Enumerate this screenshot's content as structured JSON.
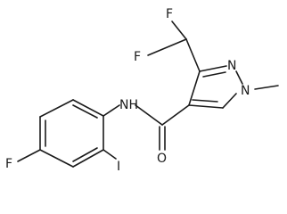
{
  "molecule": {
    "atoms": {
      "f1": "F",
      "f2": "F",
      "n_ring": "N",
      "n_methyl": "N",
      "nh": "NH",
      "o": "O",
      "f_ring": "F",
      "i": "I"
    }
  }
}
